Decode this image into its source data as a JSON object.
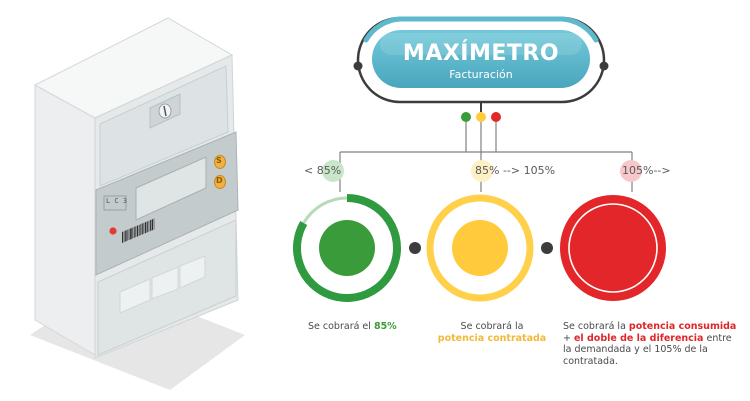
{
  "title": {
    "main": "MAXÍMETRO",
    "sub": "Facturación"
  },
  "thresholds": [
    {
      "label": "< 85%",
      "color": "#2f9a3f",
      "badge_color": "#c9e6c9"
    },
    {
      "label": "85% --> 105%",
      "color": "#ffd14a",
      "badge_color": "#fdf0c4"
    },
    {
      "label": "105%-->",
      "color": "#e2262a",
      "badge_color": "#f6c8c9"
    }
  ],
  "descriptions": {
    "green": {
      "prefix": "Se cobrará el ",
      "highlight": "85%"
    },
    "yellow": {
      "prefix": "Se cobrará la ",
      "highlight": "potencia contratada"
    },
    "red": {
      "prefix": "Se cobrará la ",
      "highlight1": "potencia consumida",
      "plus": "+ ",
      "highlight2": "el doble de la diferencia",
      "suffix": " entre la demandada y el 105% de la contratada."
    }
  },
  "meter": {
    "button1": "S",
    "button2": "D",
    "display": "L C 3"
  },
  "colors": {
    "teal_banner": "#5fb9cc",
    "teal_ring": "#4aa8c0",
    "dark": "#3b3b3b",
    "line": "#7a7a7a",
    "green_dot": "#3a9b3a",
    "yellow_dot": "#ffcb3c",
    "red_dot": "#e02a2a"
  }
}
